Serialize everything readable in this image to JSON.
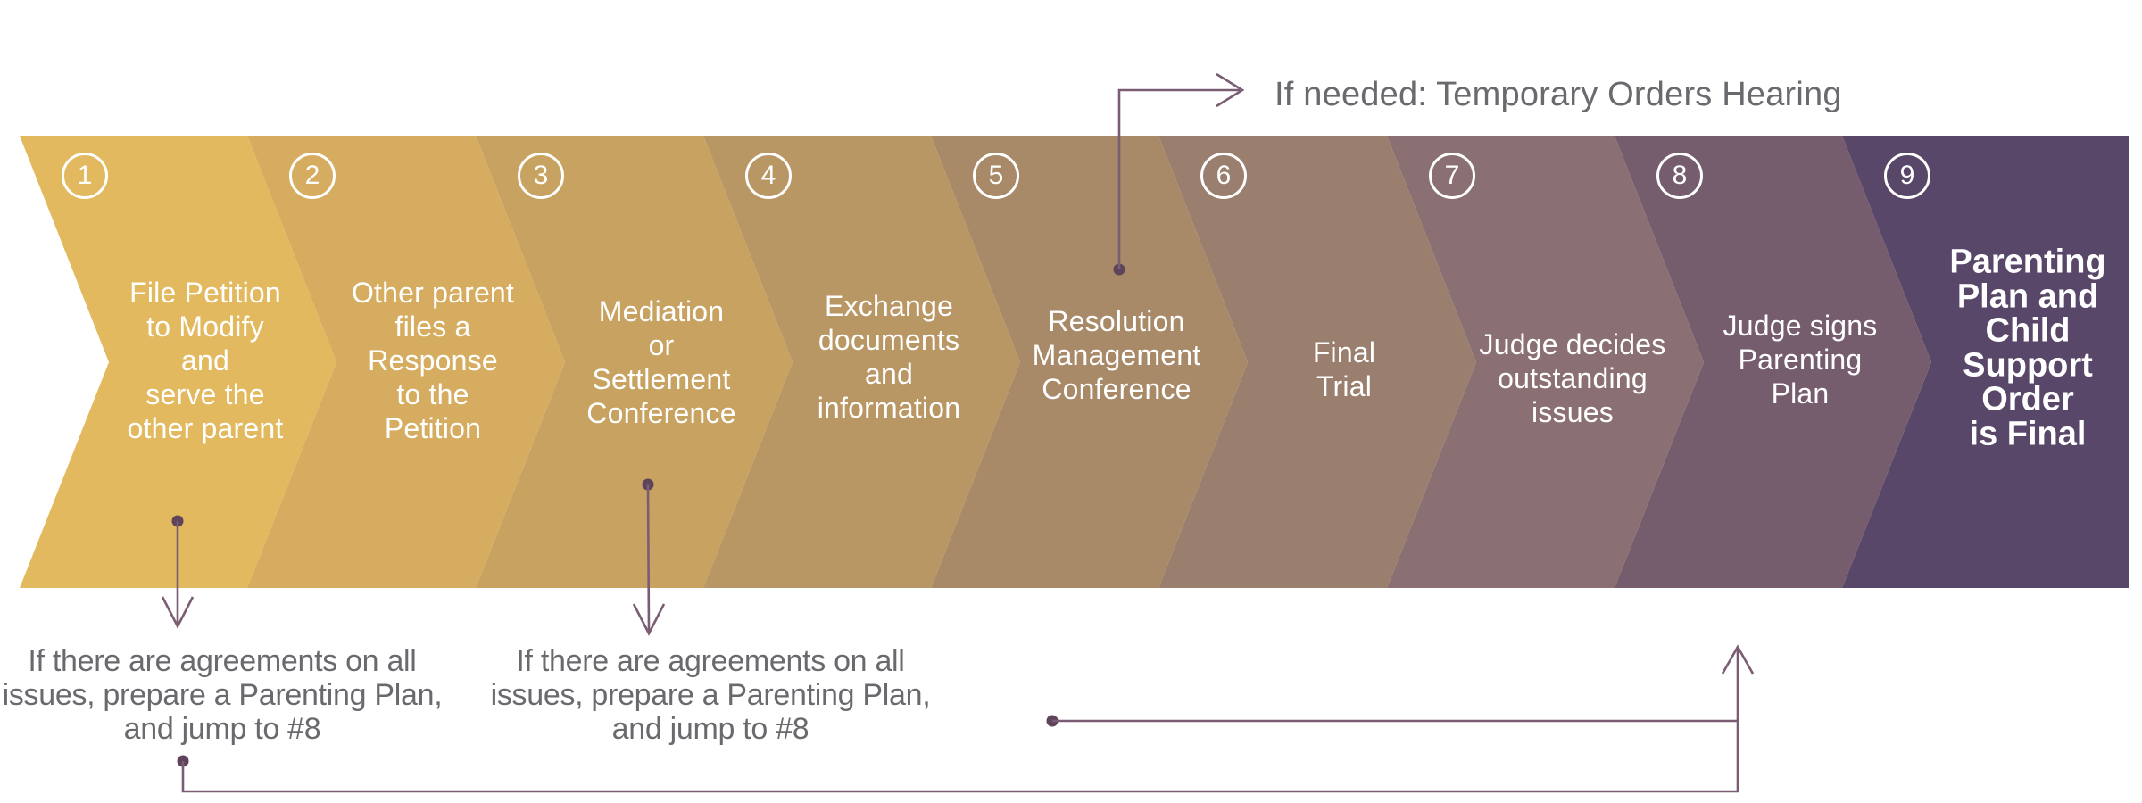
{
  "diagram": {
    "steps": [
      {
        "number": "1",
        "label": "File Petition\nto Modify\nand\nserve the\nother parent",
        "color": "#e2b95e"
      },
      {
        "number": "2",
        "label": "Other parent\nfiles a\nResponse\nto the\nPetition",
        "color": "#d6ad60"
      },
      {
        "number": "3",
        "label": "Mediation\nor\nSettlement\nConference",
        "color": "#c7a260"
      },
      {
        "number": "4",
        "label": "Exchange\ndocuments\nand\ninformation",
        "color": "#b99764"
      },
      {
        "number": "5",
        "label": "Resolution\nManagement\nConference",
        "color": "#a88a68"
      },
      {
        "number": "6",
        "label": "Final\nTrial",
        "color": "#9a7f6e"
      },
      {
        "number": "7",
        "label": "Judge decides\noutstanding\nissues",
        "color": "#8a7072"
      },
      {
        "number": "8",
        "label": "Judge signs\nParenting\nPlan",
        "color": "#755d6e"
      },
      {
        "number": "9",
        "label": "Parenting\nPlan and\nChild\nSupport\nOrder\nis Final",
        "color": "#584768",
        "bold": true
      }
    ],
    "notes": {
      "if_needed": "If needed: Temporary Orders Hearing",
      "agreements_left": "If there are agreements on all\nissues, prepare a Parenting Plan,\nand jump to #8",
      "agreements_middle": "If there are agreements on all\nissues, prepare a Parenting Plan,\nand jump to #8"
    },
    "colors": {
      "line": "#7a5d73",
      "dot": "#5e435a",
      "note_text": "#6b696e",
      "label_text": "#ffffff"
    }
  }
}
